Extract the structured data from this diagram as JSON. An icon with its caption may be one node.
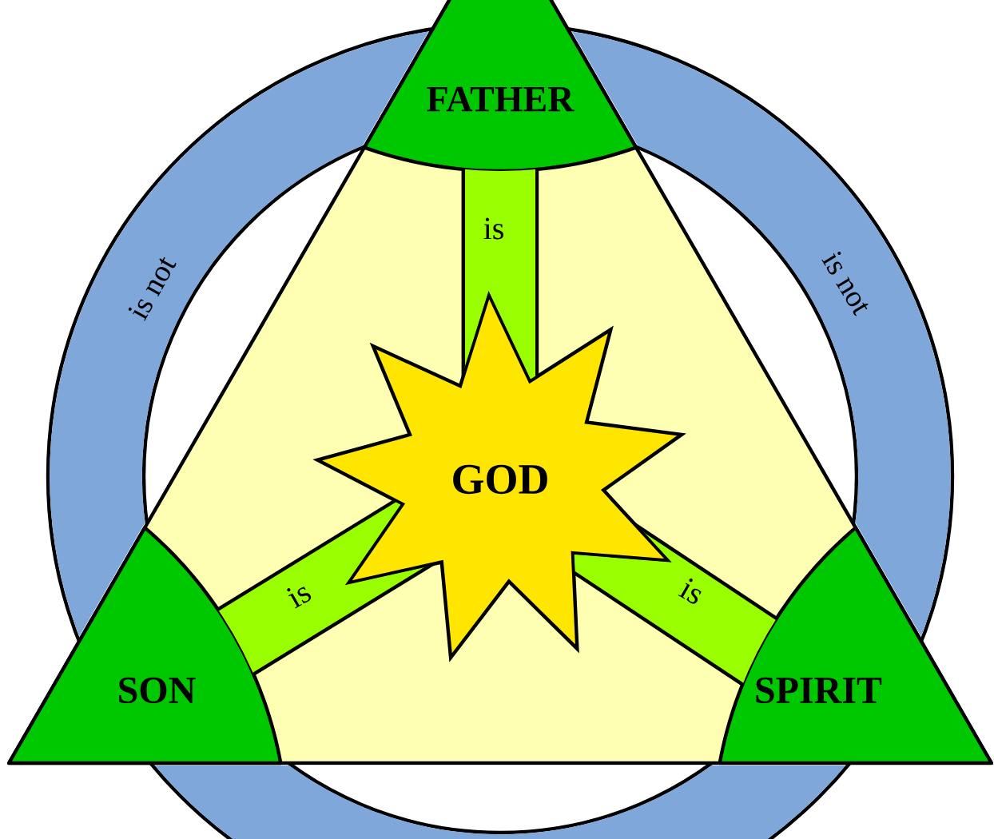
{
  "diagram": {
    "nodes": [
      {
        "text": [
          "FATHER"
        ]
      },
      {
        "text": [
          "SON"
        ]
      },
      {
        "text": [
          "SPIRIT"
        ]
      },
      {
        "text": [
          "GOD"
        ]
      }
    ],
    "edges": [
      {
        "from": 0,
        "to": 3,
        "arrow": "none",
        "label": "is",
        "color": "#99ff00"
      },
      {
        "from": 1,
        "to": 3,
        "arrow": "none",
        "label": "is",
        "color": "#99ff00"
      },
      {
        "from": 2,
        "to": 3,
        "arrow": "none",
        "label": "is",
        "color": "#99ff00"
      },
      {
        "from": 0,
        "to": 1,
        "arrow": "none",
        "label": "is not",
        "color": "#7fa7d9"
      },
      {
        "from": 0,
        "to": 2,
        "arrow": "none",
        "label": "is not",
        "color": "#7fa7d9"
      },
      {
        "from": 1,
        "to": 2,
        "arrow": "none",
        "color": "#7fa7d9"
      }
    ]
  }
}
